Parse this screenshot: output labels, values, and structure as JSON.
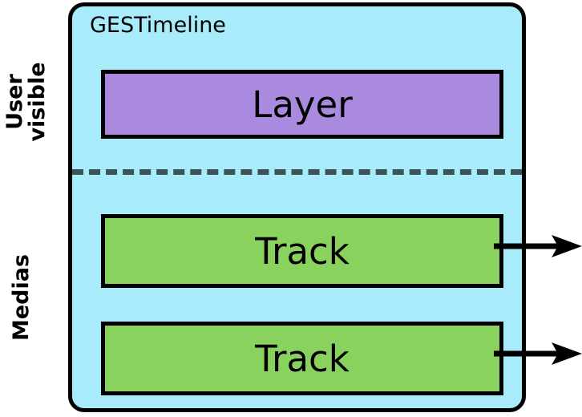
{
  "diagram": {
    "title": "GESTimeline",
    "side_labels": [
      {
        "name": "user-visible",
        "text": "User\nvisible"
      },
      {
        "name": "medias",
        "text": "Medias"
      }
    ],
    "nodes": [
      {
        "name": "layer",
        "label": "Layer",
        "color": "#a98ade"
      },
      {
        "name": "track-1",
        "label": "Track",
        "color": "#8ad25e"
      },
      {
        "name": "track-2",
        "label": "Track",
        "color": "#8ad25e"
      }
    ],
    "divider": {
      "style": "dashed",
      "color": "#3d5357"
    },
    "arrows": [
      {
        "name": "track-1-output",
        "direction": "right"
      },
      {
        "name": "track-2-output",
        "direction": "right"
      }
    ],
    "colors": {
      "container_fill": "#a8ecfb",
      "layer_fill": "#a98ade",
      "track_fill": "#8ad25e",
      "stroke": "#000000",
      "divider": "#3d5357",
      "page_background": "#ffffff"
    }
  }
}
